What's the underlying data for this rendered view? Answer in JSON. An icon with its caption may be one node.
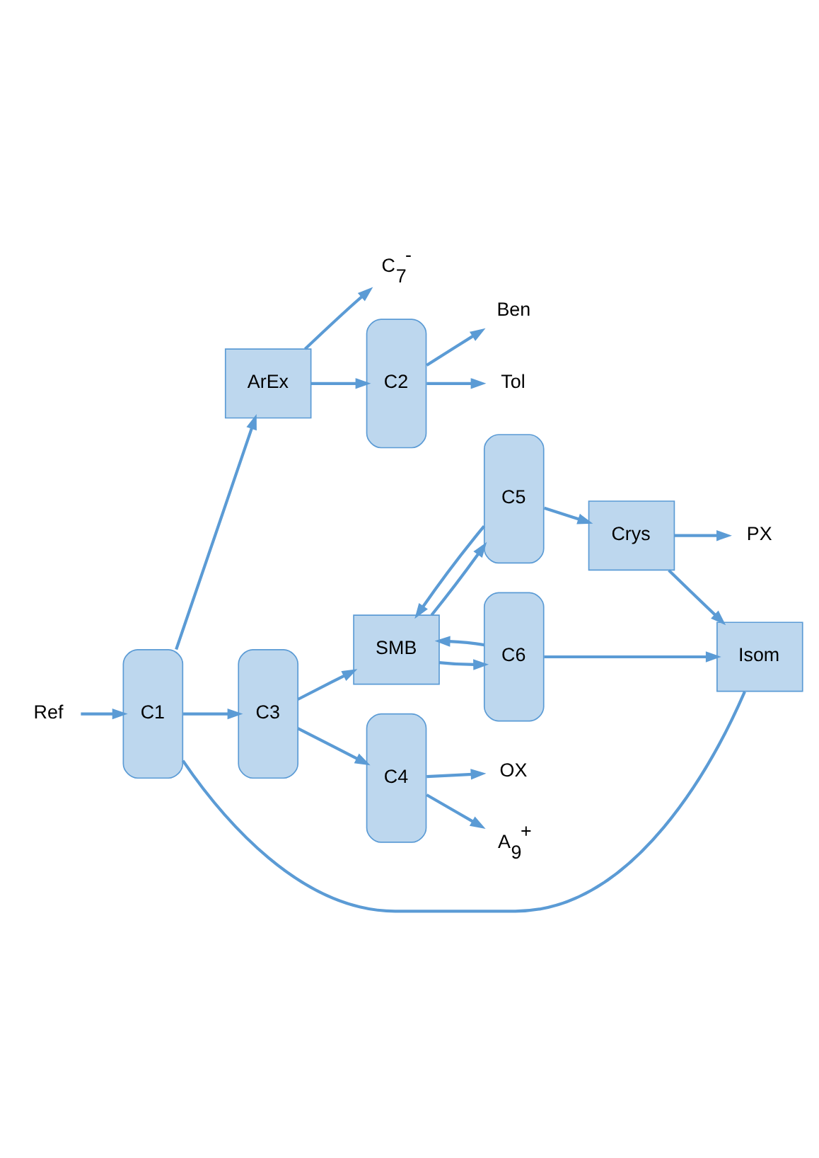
{
  "diagram": {
    "nodes": [
      {
        "text": [
          "Ref"
        ]
      },
      {
        "text": [
          "C1"
        ]
      },
      {
        "text": [
          "ArEx"
        ]
      },
      {
        "text": [
          "C$_{7}$$^{-}$"
        ]
      },
      {
        "text": [
          "C2"
        ]
      },
      {
        "text": [
          "Ben"
        ]
      },
      {
        "text": [
          "Tol"
        ]
      },
      {
        "text": [
          "Crys"
        ]
      },
      {
        "text": [
          "PX"
        ]
      },
      {
        "text": [
          "C5"
        ]
      },
      {
        "text": [
          "SMB"
        ]
      },
      {
        "text": [
          "C3"
        ]
      },
      {
        "text": [
          "OX"
        ]
      },
      {
        "text": [
          "C4"
        ]
      },
      {
        "text": [
          "C6"
        ]
      },
      {
        "text": [
          "Isom"
        ]
      },
      {
        "text": [
          "A$_{9}$$^{+}$"
        ]
      }
    ],
    "edges": [
      {
        "from": 0,
        "to": 1,
        "arrow": "to"
      },
      {
        "from": 1,
        "to": 2,
        "arrow": "to"
      },
      {
        "from": 2,
        "to": 3,
        "arrow": "to"
      },
      {
        "from": 2,
        "to": 4,
        "arrow": "to"
      },
      {
        "from": 4,
        "to": 5,
        "arrow": "to"
      },
      {
        "from": 4,
        "to": 6,
        "arrow": "to"
      },
      {
        "from": 1,
        "to": 11,
        "arrow": "to"
      },
      {
        "from": 15,
        "to": 1,
        "arrow": "none"
      },
      {
        "from": 11,
        "to": 10,
        "arrow": "to"
      },
      {
        "from": 11,
        "to": 13,
        "arrow": "to"
      },
      {
        "from": 13,
        "to": 12,
        "arrow": "to"
      },
      {
        "from": 13,
        "to": 16,
        "arrow": "to"
      },
      {
        "from": 10,
        "to": 9,
        "arrow": "to"
      },
      {
        "from": 10,
        "to": 14,
        "arrow": "to"
      },
      {
        "from": 9,
        "to": 7,
        "arrow": "to"
      },
      {
        "from": 7,
        "to": 8,
        "arrow": "to"
      },
      {
        "from": 7,
        "to": 15,
        "arrow": "to"
      },
      {
        "from": 14,
        "to": 15,
        "arrow": "to"
      },
      {
        "from": 9,
        "to": 10,
        "arrow": "to"
      },
      {
        "from": 14,
        "to": 10,
        "arrow": "to"
      }
    ]
  }
}
